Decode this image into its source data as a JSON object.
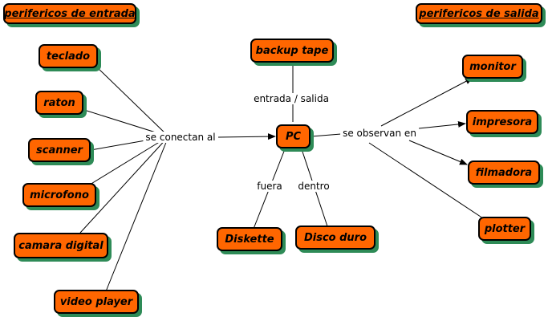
{
  "colors": {
    "node_fill": "#ff6600",
    "node_border": "#000000",
    "node_shadow": "#2e8b57",
    "line": "#000000"
  },
  "headers": {
    "input": "perifericos de entrada",
    "output": "perifericos de salida"
  },
  "center": {
    "label": "PC"
  },
  "inputs": [
    "teclado",
    "raton",
    "scanner",
    "microfono",
    "camara digital",
    "video player"
  ],
  "outputs": [
    "monitor",
    "impresora",
    "filmadora",
    "plotter"
  ],
  "top": {
    "label": "backup tape"
  },
  "bottom": [
    "Diskette",
    "Disco duro"
  ],
  "link_labels": {
    "inputs": "se conectan al",
    "outputs": "se observan en",
    "top": "entrada / salida",
    "left_bottom": "fuera",
    "right_bottom": "dentro"
  }
}
